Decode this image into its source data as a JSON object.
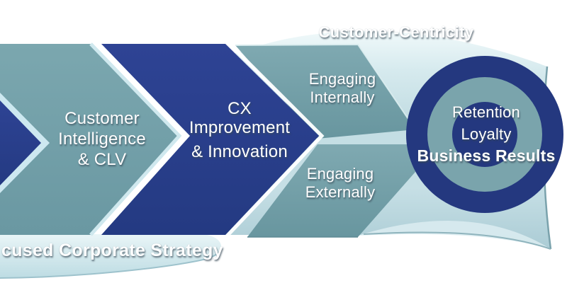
{
  "top_banner": {
    "label": "Customer-Centricity"
  },
  "bottom_banner": {
    "label": "cused Corporate Strategy"
  },
  "flow": {
    "customer_intelligence": {
      "line1": "Customer",
      "line2": "Intelligence",
      "line3": "& CLV"
    },
    "cx_improvement": {
      "line1": "CX",
      "line2": "Improvement",
      "line3": "& Innovation"
    },
    "engaging_internally": {
      "line1": "Engaging",
      "line2": "Internally"
    },
    "engaging_externally": {
      "line1": "Engaging",
      "line2": "Externally"
    }
  },
  "target": {
    "line1": "Retention",
    "line2": "Loyalty",
    "line3": "Business Results"
  },
  "colors": {
    "navy": "#2a3f8c",
    "navy_deep": "#24387f",
    "teal": "#6f9fa9",
    "teal_ring": "#7aa4ac",
    "pale_border": "#cde8f0",
    "band_light": "#eef8fa",
    "band_mid": "#c3dde3",
    "band_dark": "#abccd5",
    "edge_line": "#8fb4bd",
    "text": "#ffffff"
  }
}
